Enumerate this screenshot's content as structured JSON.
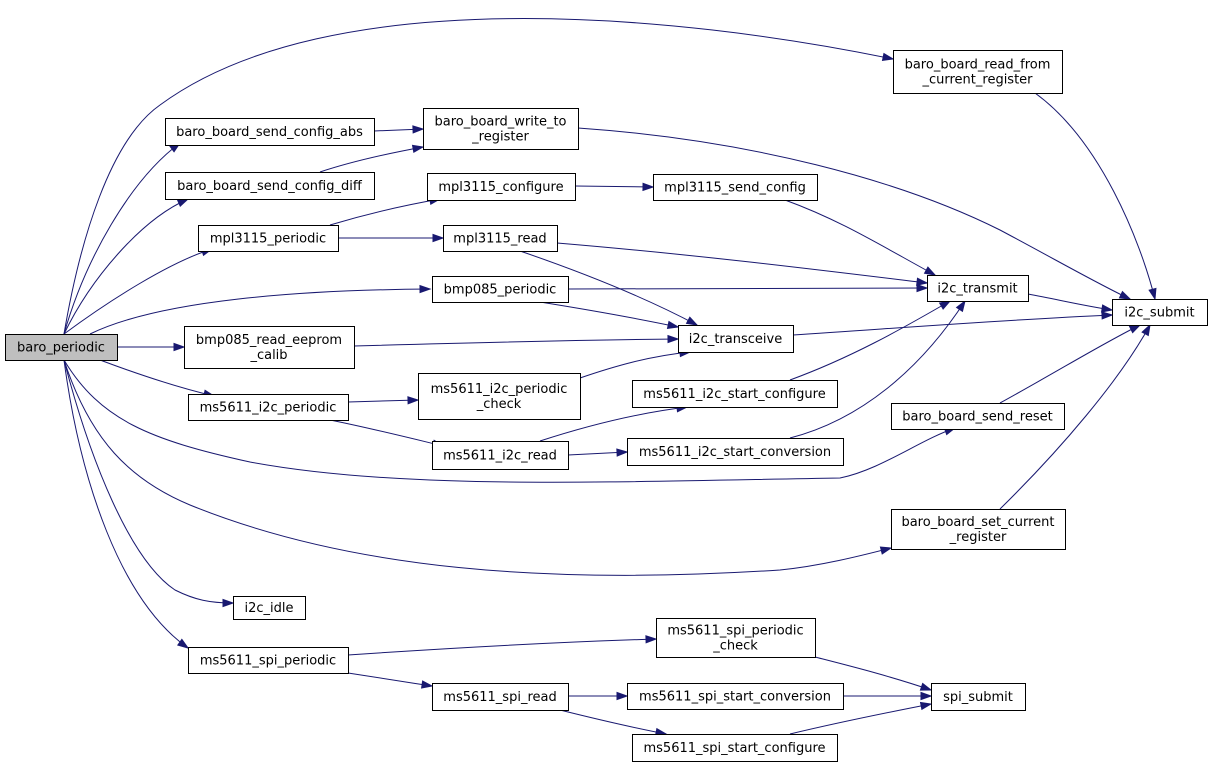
{
  "graph": {
    "colors": {
      "edge": "#191970",
      "root_fill": "#bfbfbf",
      "node_fill": "#ffffff",
      "border": "#000000"
    },
    "nodes": [
      {
        "id": "baro_periodic",
        "lines": [
          "baro_periodic"
        ],
        "root": true
      },
      {
        "id": "baro_board_send_config_abs",
        "lines": [
          "baro_board_send_config_abs"
        ]
      },
      {
        "id": "baro_board_send_config_diff",
        "lines": [
          "baro_board_send_config_diff"
        ]
      },
      {
        "id": "mpl3115_periodic",
        "lines": [
          "mpl3115_periodic"
        ]
      },
      {
        "id": "bmp085_read_eeprom_calib",
        "lines": [
          "bmp085_read_eeprom",
          "_calib"
        ]
      },
      {
        "id": "ms5611_i2c_periodic",
        "lines": [
          "ms5611_i2c_periodic"
        ]
      },
      {
        "id": "i2c_idle",
        "lines": [
          "i2c_idle"
        ]
      },
      {
        "id": "ms5611_spi_periodic",
        "lines": [
          "ms5611_spi_periodic"
        ]
      },
      {
        "id": "baro_board_write_to_register",
        "lines": [
          "baro_board_write_to",
          "_register"
        ]
      },
      {
        "id": "mpl3115_configure",
        "lines": [
          "mpl3115_configure"
        ]
      },
      {
        "id": "mpl3115_read",
        "lines": [
          "mpl3115_read"
        ]
      },
      {
        "id": "bmp085_periodic",
        "lines": [
          "bmp085_periodic"
        ]
      },
      {
        "id": "ms5611_i2c_periodic_check",
        "lines": [
          "ms5611_i2c_periodic",
          "_check"
        ]
      },
      {
        "id": "ms5611_i2c_read",
        "lines": [
          "ms5611_i2c_read"
        ]
      },
      {
        "id": "ms5611_spi_read",
        "lines": [
          "ms5611_spi_read"
        ]
      },
      {
        "id": "mpl3115_send_config",
        "lines": [
          "mpl3115_send_config"
        ]
      },
      {
        "id": "i2c_transceive",
        "lines": [
          "i2c_transceive"
        ]
      },
      {
        "id": "ms5611_i2c_start_configure",
        "lines": [
          "ms5611_i2c_start_configure"
        ]
      },
      {
        "id": "ms5611_i2c_start_conversion",
        "lines": [
          "ms5611_i2c_start_conversion"
        ]
      },
      {
        "id": "ms5611_spi_periodic_check",
        "lines": [
          "ms5611_spi_periodic",
          "_check"
        ]
      },
      {
        "id": "ms5611_spi_start_conversion",
        "lines": [
          "ms5611_spi_start_conversion"
        ]
      },
      {
        "id": "ms5611_spi_start_configure",
        "lines": [
          "ms5611_spi_start_configure"
        ]
      },
      {
        "id": "baro_board_read_from_current_register",
        "lines": [
          "baro_board_read_from",
          "_current_register"
        ]
      },
      {
        "id": "i2c_transmit",
        "lines": [
          "i2c_transmit"
        ]
      },
      {
        "id": "baro_board_send_reset",
        "lines": [
          "baro_board_send_reset"
        ]
      },
      {
        "id": "baro_board_set_current_register",
        "lines": [
          "baro_board_set_current",
          "_register"
        ]
      },
      {
        "id": "spi_submit",
        "lines": [
          "spi_submit"
        ]
      },
      {
        "id": "i2c_submit",
        "lines": [
          "i2c_submit"
        ]
      }
    ],
    "edges": [
      [
        "baro_periodic",
        "baro_board_read_from_current_register"
      ],
      [
        "baro_periodic",
        "baro_board_send_config_abs"
      ],
      [
        "baro_periodic",
        "baro_board_send_config_diff"
      ],
      [
        "baro_periodic",
        "mpl3115_periodic"
      ],
      [
        "baro_periodic",
        "bmp085_periodic"
      ],
      [
        "baro_periodic",
        "bmp085_read_eeprom_calib"
      ],
      [
        "baro_periodic",
        "ms5611_i2c_periodic"
      ],
      [
        "baro_periodic",
        "baro_board_send_reset"
      ],
      [
        "baro_periodic",
        "baro_board_set_current_register"
      ],
      [
        "baro_periodic",
        "i2c_idle"
      ],
      [
        "baro_periodic",
        "ms5611_spi_periodic"
      ],
      [
        "baro_board_send_config_abs",
        "baro_board_write_to_register"
      ],
      [
        "baro_board_send_config_diff",
        "baro_board_write_to_register"
      ],
      [
        "baro_board_write_to_register",
        "i2c_submit"
      ],
      [
        "mpl3115_periodic",
        "mpl3115_configure"
      ],
      [
        "mpl3115_periodic",
        "mpl3115_read"
      ],
      [
        "mpl3115_configure",
        "mpl3115_send_config"
      ],
      [
        "mpl3115_send_config",
        "i2c_transmit"
      ],
      [
        "mpl3115_read",
        "i2c_transmit"
      ],
      [
        "mpl3115_read",
        "i2c_transceive"
      ],
      [
        "bmp085_periodic",
        "i2c_transmit"
      ],
      [
        "bmp085_periodic",
        "i2c_transceive"
      ],
      [
        "bmp085_read_eeprom_calib",
        "i2c_transceive"
      ],
      [
        "ms5611_i2c_periodic",
        "ms5611_i2c_periodic_check"
      ],
      [
        "ms5611_i2c_periodic",
        "ms5611_i2c_read"
      ],
      [
        "ms5611_i2c_periodic_check",
        "i2c_transceive"
      ],
      [
        "ms5611_i2c_read",
        "ms5611_i2c_start_configure"
      ],
      [
        "ms5611_i2c_read",
        "ms5611_i2c_start_conversion"
      ],
      [
        "ms5611_i2c_start_configure",
        "i2c_transmit"
      ],
      [
        "ms5611_i2c_start_conversion",
        "i2c_transmit"
      ],
      [
        "i2c_transmit",
        "i2c_submit"
      ],
      [
        "i2c_transceive",
        "i2c_submit"
      ],
      [
        "baro_board_read_from_current_register",
        "i2c_submit"
      ],
      [
        "baro_board_send_reset",
        "i2c_submit"
      ],
      [
        "baro_board_set_current_register",
        "i2c_submit"
      ],
      [
        "ms5611_spi_periodic",
        "ms5611_spi_periodic_check"
      ],
      [
        "ms5611_spi_periodic",
        "ms5611_spi_read"
      ],
      [
        "ms5611_spi_periodic_check",
        "spi_submit"
      ],
      [
        "ms5611_spi_read",
        "ms5611_spi_start_conversion"
      ],
      [
        "ms5611_spi_read",
        "ms5611_spi_start_configure"
      ],
      [
        "ms5611_spi_start_conversion",
        "spi_submit"
      ],
      [
        "ms5611_spi_start_configure",
        "spi_submit"
      ]
    ]
  }
}
